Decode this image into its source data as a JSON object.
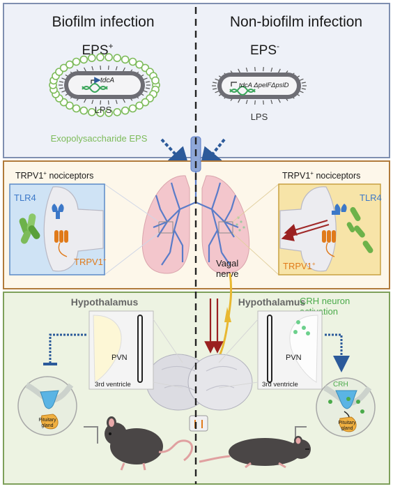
{
  "top_panel": {
    "left_heading": "Biofilm infection",
    "right_heading": "Non-biofilm infection",
    "left_eps": "EPS",
    "left_eps_sup": "+",
    "right_eps": "EPS",
    "right_eps_sup": "-",
    "left_gene": "tdcA",
    "right_gene": "tdcA ΔpelFΔpslD",
    "left_lps": "LPS",
    "right_lps": "LPS",
    "eps_label": "Exopolysaccharide EPS"
  },
  "middle_panel": {
    "left_nociceptors": "TRPV1",
    "left_nociceptors_sup": "+",
    "left_nociceptors_rest": " nociceptors",
    "right_nociceptors": "TRPV1",
    "right_nociceptors_sup": "+",
    "right_nociceptors_rest": " nociceptors",
    "left_tlr4": "TLR4",
    "right_tlr4": "TLR4",
    "left_trpv1": "TRPV1",
    "left_trpv1_sup": "+",
    "right_trpv1": "TRPV1",
    "right_trpv1_sup": "+",
    "vagal_line1": "Vagal",
    "vagal_line2": "nerve"
  },
  "bottom_panel": {
    "left_hypothalamus": "Hypothalamus",
    "right_hypothalamus": "Hypothalamus",
    "left_pvn": "PVN",
    "right_pvn": "PVN",
    "left_ventricle": "3rd ventricle",
    "right_ventricle": "3rd ventricle",
    "crh_line1": "CRH neuron",
    "crh_line2": "activation",
    "crh_label": "CRH",
    "left_pituitary_line1": "Pituitary",
    "left_pituitary_line2": "gland",
    "right_pituitary_line1": "Pituitary",
    "right_pituitary_line2": "gland"
  },
  "colors": {
    "top_bg": "#eef1f8",
    "top_border": "#7f8fb0",
    "middle_bg": "#fdf7ea",
    "middle_border": "#b07a3a",
    "bottom_bg": "#edf3e2",
    "bottom_border": "#7ea05a",
    "eps_green": "#7dbb5a",
    "dna_green": "#3aa55a",
    "tlr4_blue": "#3c78c8",
    "trpv1_orange": "#e07a1a",
    "crh_green": "#4aaa4a",
    "lung_pink": "#f3c6cc",
    "bronchi_blue": "#5a7cc8",
    "nerve_yellow": "#e8b830",
    "dark_red": "#a02828",
    "arrow_blue": "#2c5a9a"
  }
}
